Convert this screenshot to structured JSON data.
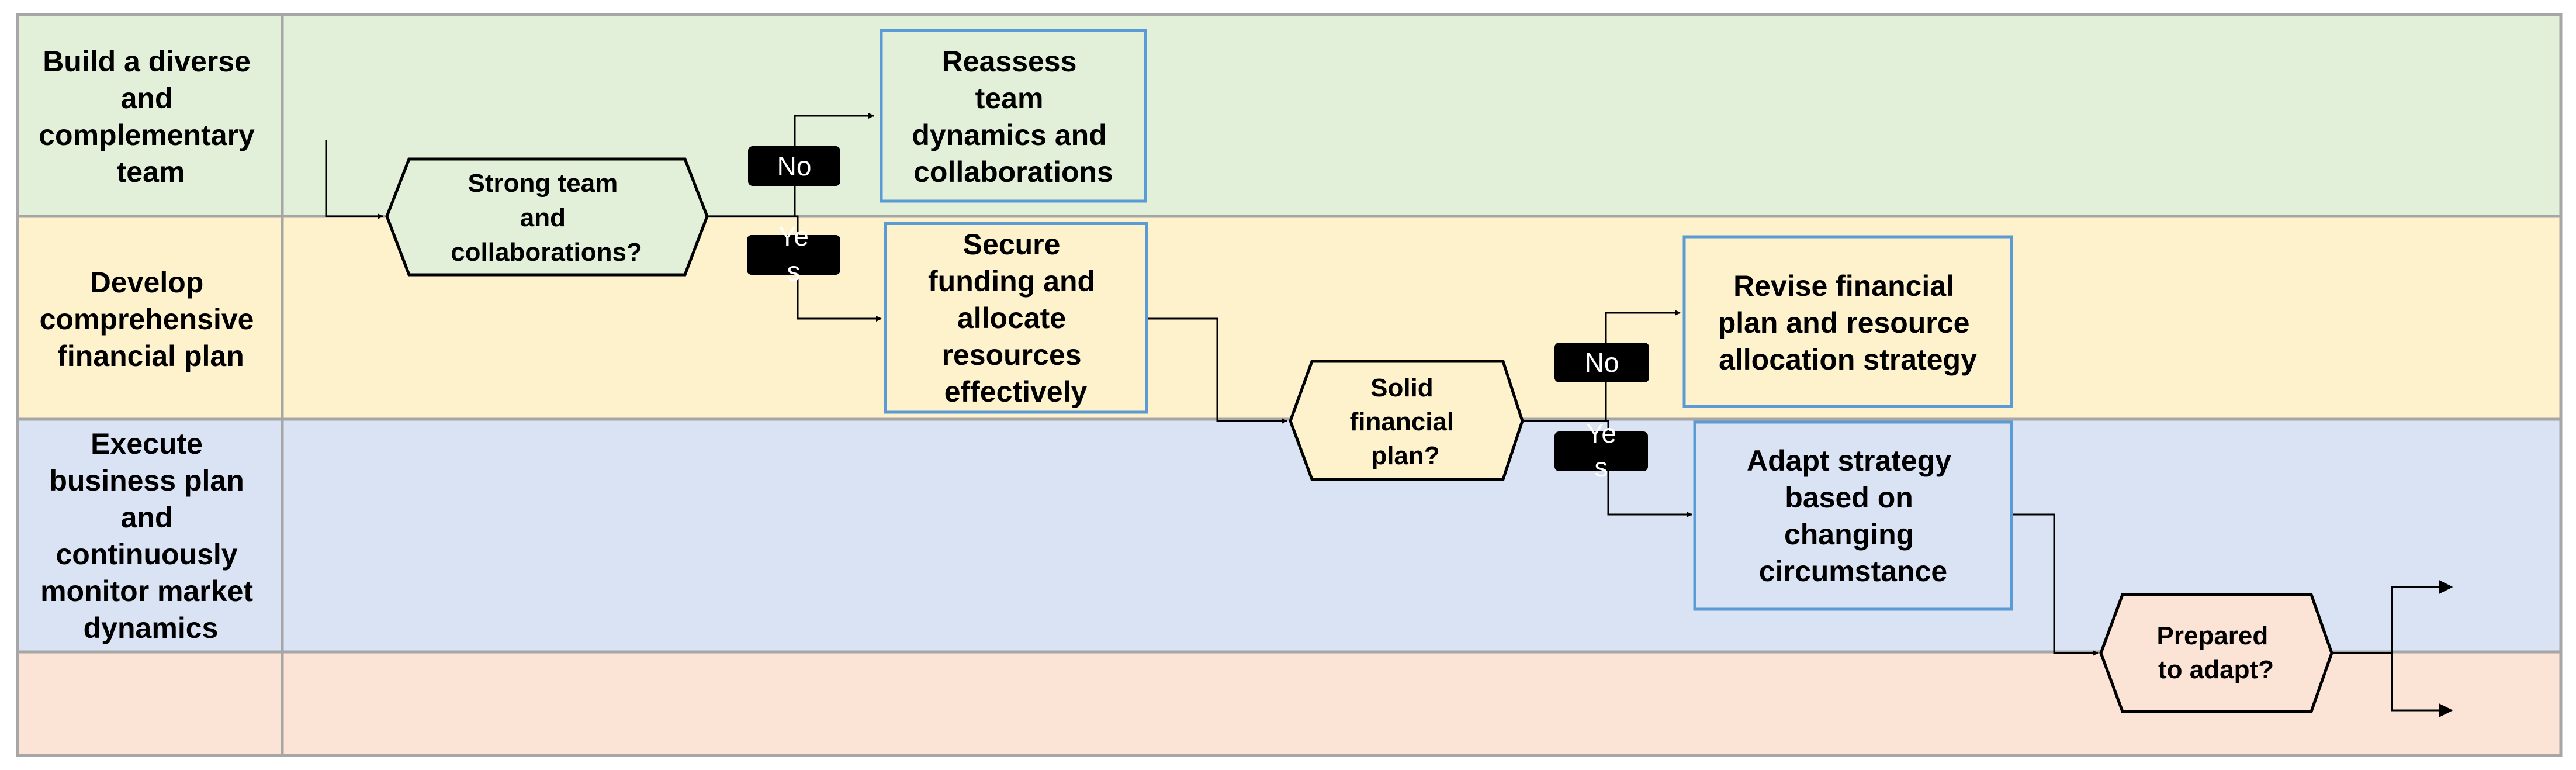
{
  "lanes": [
    {
      "label_lines": [
        "Build a diverse",
        "and",
        "complementary",
        "team"
      ],
      "color": "#e2efd9"
    },
    {
      "label_lines": [
        "Develop",
        "comprehensive",
        "financial plan"
      ],
      "color": "#fef2cc"
    },
    {
      "label_lines": [
        "Execute",
        "business plan",
        "and",
        "continuously",
        "monitor market",
        "dynamics"
      ],
      "color": "#dae3f3"
    },
    {
      "label_lines": [],
      "color": "#fbe4d5"
    }
  ],
  "decisions": {
    "team": [
      "Strong team",
      "and",
      "collaborations?"
    ],
    "financial": [
      "Solid",
      "financial",
      "plan?"
    ],
    "adapt": [
      "Prepared",
      "to adapt?"
    ]
  },
  "processes": {
    "reassess": [
      "Reassess",
      "team",
      "dynamics and",
      "collaborations"
    ],
    "secure": [
      "Secure",
      "funding and",
      "allocate",
      "resources",
      "effectively"
    ],
    "revise": [
      "Revise financial",
      "plan and resource",
      "allocation strategy"
    ],
    "strategy": [
      "Adapt strategy",
      "based on",
      "changing",
      "circumstance"
    ]
  },
  "branch_labels": {
    "team_no": "No",
    "team_yes_top": "Ye",
    "team_yes_bottom": "s",
    "fin_no": "No",
    "fin_yes_top": "Ye",
    "fin_yes_bottom": "s"
  },
  "colors": {
    "border": "#a6a6a6",
    "process_border": "#5b9bd5",
    "line": "#000000",
    "label_bg": "#000000",
    "label_text": "#ffffff"
  }
}
